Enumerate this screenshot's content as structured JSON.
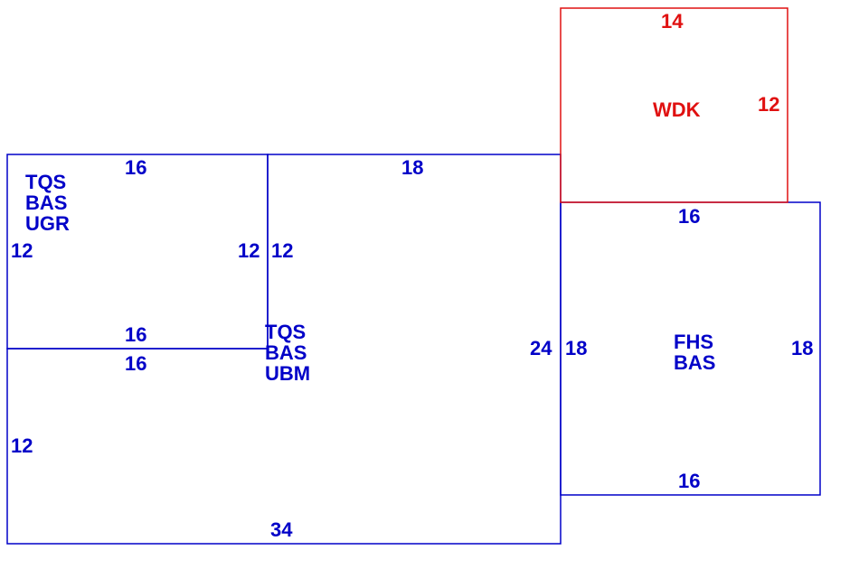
{
  "colors": {
    "blue": "#0000c8",
    "red": "#e01010"
  },
  "areas": {
    "ugr": {
      "name": [
        "TQS",
        "BAS",
        "UGR"
      ],
      "dims": {
        "top": "16",
        "left": "12",
        "right": "12",
        "bottom": "16"
      }
    },
    "ubm": {
      "name": [
        "TQS",
        "BAS",
        "UBM"
      ],
      "dims": {
        "top": "18",
        "left_upper": "12",
        "right": "24",
        "left_lower": "12",
        "upper_left_top": "16",
        "bottom": "34"
      }
    },
    "fhs": {
      "name": [
        "FHS",
        "BAS"
      ],
      "dims": {
        "top": "16",
        "left": "18",
        "right": "18",
        "bottom": "16"
      }
    },
    "wdk": {
      "name": [
        "WDK"
      ],
      "dims": {
        "top": "14",
        "right": "12"
      }
    }
  }
}
